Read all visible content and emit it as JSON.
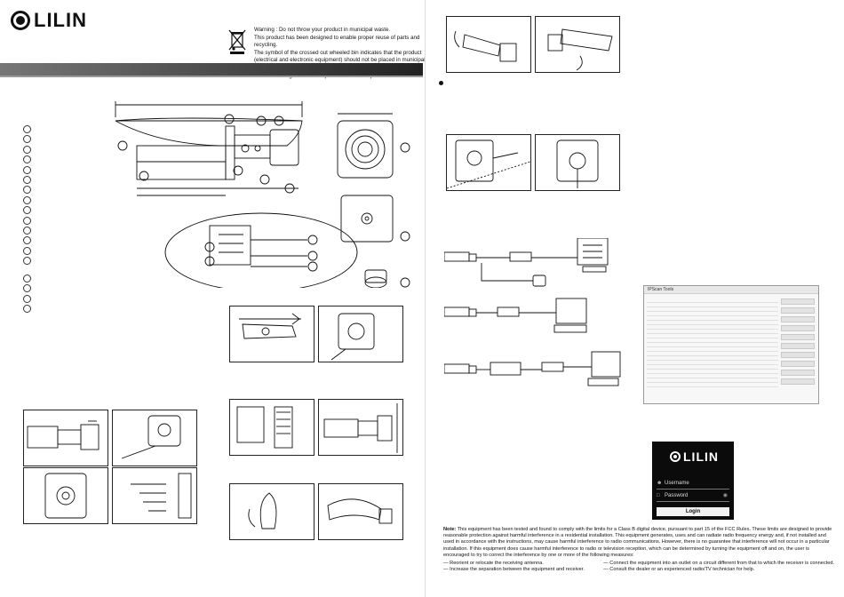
{
  "brand": {
    "name": "LILIN"
  },
  "warning": {
    "lines": [
      "Warning : Do not throw your product in municipal waste.",
      "This product has been designed to enable proper reuse of parts and recycling.",
      "The symbol of the crossed out wheeled bin indicates that the product",
      "(electrical and electronic equipment) should not be placed in municipal waste.",
      "Check local regulation for disposal of electronic products."
    ]
  },
  "software": {
    "window_title": "IPScan Tools"
  },
  "login": {
    "logo": "LILIN",
    "username_placeholder": "Username",
    "password_placeholder": "Password",
    "login_label": "Login"
  },
  "note": {
    "label": "Note:",
    "text": " This equipment has been tested and found to comply with the limits for a Class B digital device, pursuant to part 15 of the FCC Rules. These limits are designed to provide reasonable protection against harmful interference in a residential installation. This equipment generates, uses and can radiate radio frequency energy and, if not installed and used in accordance with the instructions, may cause harmful interference to radio communications. However, there is no guarantee that interference will not occur in a particular installation. If this equipment does cause harmful interference to radio or television reception, which can be determined by turning the equipment off and on, the user is encouraged to try to correct the interference by one or more of the following measures:",
    "measures": [
      "— Reorient or relocate the receiving antenna.",
      "— Increase the separation between the equipment and receiver.",
      "— Connect the equipment into an outlet on a circuit different from that to which the receiver is connected.",
      "— Consult the dealer or an experienced radio/TV technician for help."
    ]
  },
  "icons": {
    "bin": "crossed-out-wheeled-bin-icon",
    "user": "user-icon",
    "lock": "lock-icon",
    "eye": "eye-icon"
  }
}
